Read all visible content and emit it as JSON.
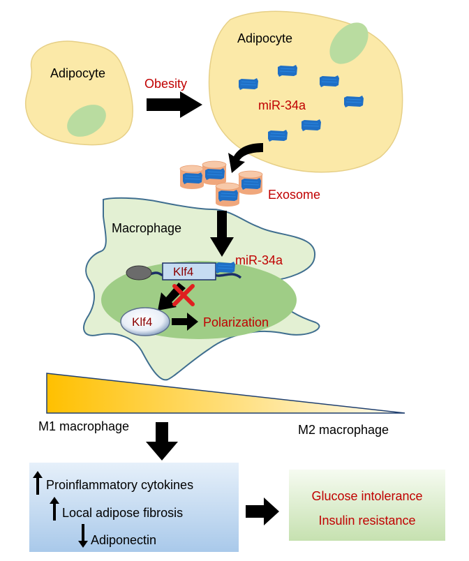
{
  "cells": {
    "adipocyte_left": "Adipocyte",
    "adipocyte_right": "Adipocyte",
    "macrophage": "Macrophage"
  },
  "labels": {
    "obesity": "Obesity",
    "mir34a_adipocyte": "miR-34a",
    "exosome": "Exosome",
    "mir34a_macrophage": "miR-34a",
    "klf4_gene": "Klf4",
    "klf4_protein": "Klf4",
    "polarization": "Polarization"
  },
  "gradient": {
    "left_label": "M1 macrophage",
    "right_label": "M2 macrophage"
  },
  "effects": {
    "items": [
      {
        "direction": "up",
        "text": "Proinflammatory cytokines"
      },
      {
        "direction": "up",
        "text": "Local adipose fibrosis"
      },
      {
        "direction": "down",
        "text": "Adiponectin"
      }
    ]
  },
  "outcomes": {
    "items": [
      "Glucose intolerance",
      "Insulin resistance"
    ]
  },
  "colors": {
    "adipocyte_fill": "#fbe9a8",
    "nucleus_fill": "#b9dca0",
    "macrophage_fill": "#e3f0d3",
    "macrophage_nucleus": "#9fcd86",
    "mirna_blue": "#1f6fc5",
    "exosome_orange": "#f0a77c",
    "red_text": "#c00000",
    "gradient_start": "#ffc000",
    "effects_box_top": "#ddeaf7",
    "effects_box_bottom": "#a9c9ea",
    "outcomes_box_top": "#f4f9ee",
    "outcomes_box_bottom": "#c9e3b4"
  }
}
